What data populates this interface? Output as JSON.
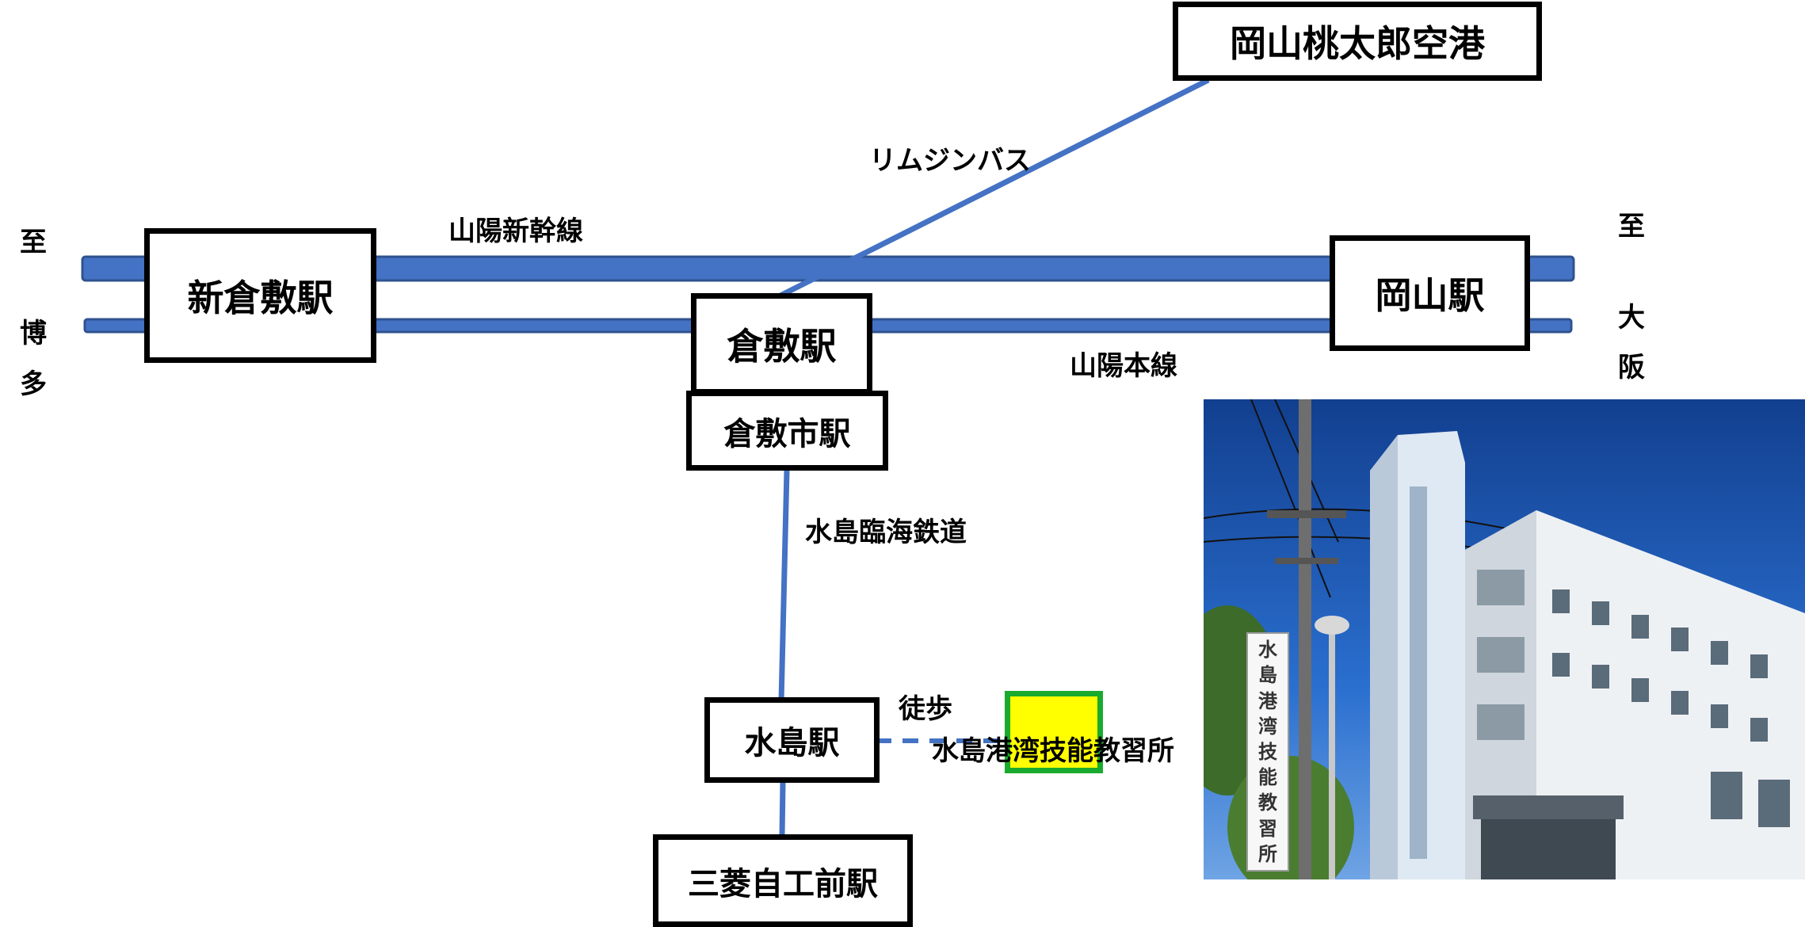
{
  "colors": {
    "line_fill": "#4472c4",
    "line_border": "#2f528f",
    "route": "#4472c4",
    "school_fill": "#ffff00",
    "school_border": "#1aaa2e"
  },
  "directions": {
    "west_to": "至",
    "west_city": [
      "博",
      "多"
    ],
    "east_to": "至",
    "east_city": [
      "大",
      "阪"
    ]
  },
  "lines": {
    "shinkansen": "山陽新幹線",
    "main_line": "山陽本線",
    "limousine": "リムジンバス",
    "mizushima_railway": "水島臨海鉄道",
    "walk": "徒歩"
  },
  "stations": {
    "airport": "岡山桃太郎空港",
    "shin_kurashiki": "新倉敷駅",
    "kurashiki": "倉敷駅",
    "okayama": "岡山駅",
    "kurashikishi": "倉敷市駅",
    "mizushima": "水島駅",
    "mitsubishi": "三菱自工前駅"
  },
  "destination": {
    "name": "水島港湾技能教習所"
  },
  "photo": {
    "sign_text": [
      "水",
      "島",
      "港",
      "湾",
      "技",
      "能",
      "教",
      "習",
      "所"
    ]
  }
}
